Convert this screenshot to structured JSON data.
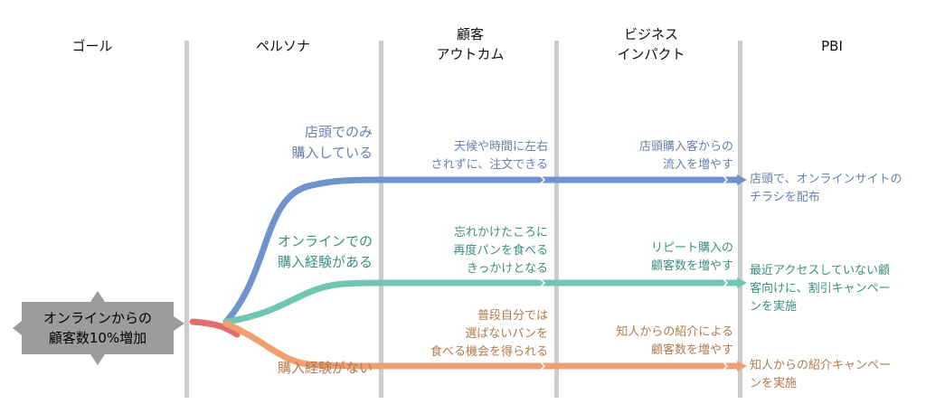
{
  "headers": {
    "goal": "ゴール",
    "persona": "ペルソナ",
    "outcome": [
      "顧客",
      "アウトカム"
    ],
    "impact": [
      "ビジネス",
      "インパクト"
    ],
    "pbi": "PBI"
  },
  "goal": [
    "オンラインからの",
    "顧客数10%増加"
  ],
  "personas": [
    {
      "lines": [
        "店頭でのみ",
        "購入している"
      ]
    },
    {
      "lines": [
        "オンラインでの",
        "購入経験がある"
      ]
    },
    {
      "lines": [
        "購入経験がない"
      ]
    }
  ],
  "outcomes": [
    {
      "lines": [
        "天候や時間に左右",
        "されずに、注文できる"
      ]
    },
    {
      "lines": [
        "忘れかけたころに",
        "再度パンを食べる",
        "きっかけとなる"
      ]
    },
    {
      "lines": [
        "普段自分では",
        "選ばないパンを",
        "食べる機会を得られる"
      ]
    }
  ],
  "impacts": [
    {
      "lines": [
        "店頭購入客からの",
        "流入を増やす"
      ]
    },
    {
      "lines": [
        "リピート購入の",
        "顧客数を増やす"
      ]
    },
    {
      "lines": [
        "知人からの紹介による",
        "顧客数を増やす"
      ]
    }
  ],
  "pbis": [
    {
      "lines": [
        "店頭で、オンラインサイトの",
        "チラシを配布"
      ]
    },
    {
      "lines": [
        "最近アクセスしていない顧",
        "客向けに、割引キャンペー",
        "ンを実施"
      ]
    },
    {
      "lines": [
        "知人からの紹介キャンペー",
        "ンを実施"
      ]
    }
  ],
  "colors": {
    "blue": "#6f93cc",
    "green": "#6fc7b3",
    "orange": "#f0a070",
    "red": "#e06e6e",
    "divider": "#c8c8c8",
    "goal_box": "#9c9c9c"
  }
}
